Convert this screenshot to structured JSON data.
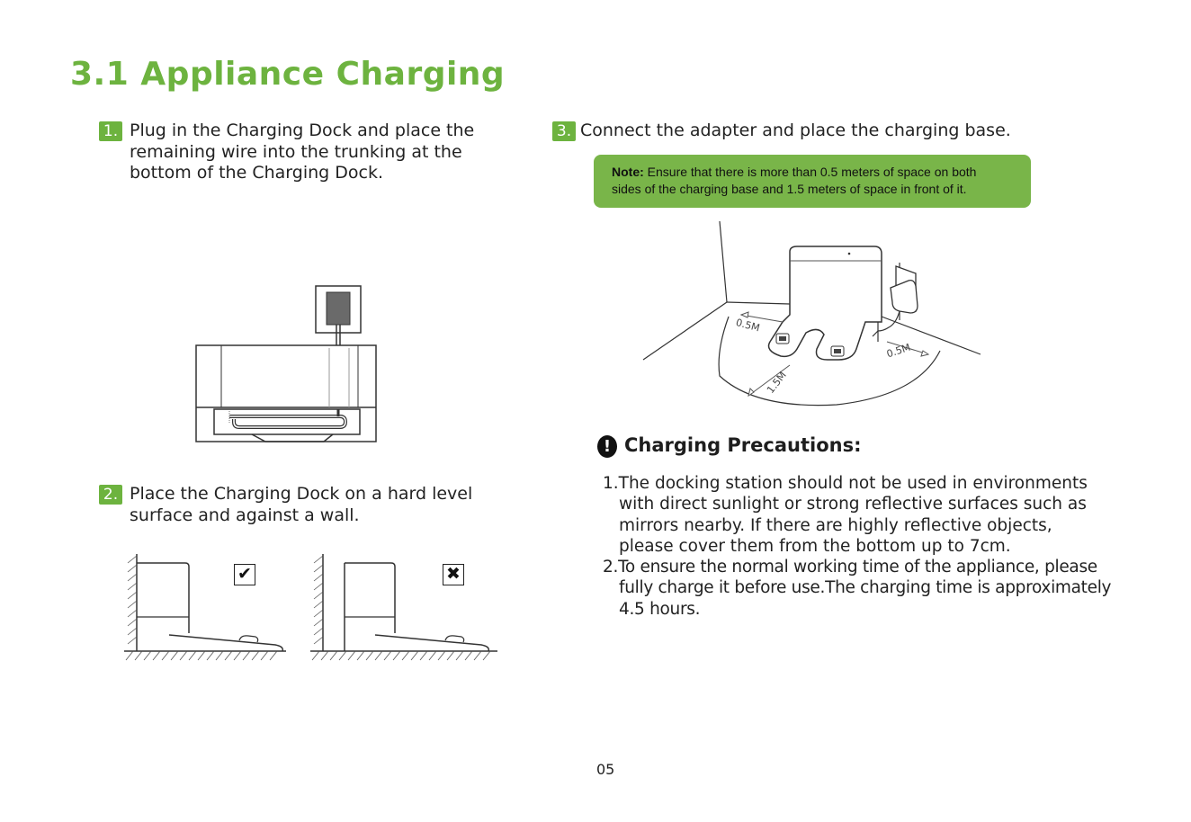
{
  "title": "3.1 Appliance Charging",
  "steps": [
    {
      "number": "1.",
      "text": [
        "Plug in the Charging Dock and place the",
        "remaining wire into the trunking at the",
        "bottom of the Charging Dock."
      ]
    },
    {
      "number": "2.",
      "text": [
        "Place the Charging Dock on a hard level",
        "surface and against a wall."
      ]
    },
    {
      "number": "3.",
      "text": [
        "Connect the adapter and place the charging base."
      ]
    }
  ],
  "note": {
    "label": "Note:",
    "text_line1": "Ensure that there is more than 0.5 meters of space on both",
    "text_line2": "sides of the charging base and 1.5 meters of space in front of it."
  },
  "figure3": {
    "left_distance": "0.5M",
    "right_distance": "0.5M",
    "front_distance": "1.5M"
  },
  "precautions": {
    "icon": "exclamation-icon",
    "title": "Charging Precautions:",
    "items": [
      {
        "number": "1.",
        "lines": [
          "The docking station should not be used in environments",
          "with direct sunlight or strong reflective surfaces such as",
          "mirrors nearby. If there are highly reflective objects,",
          "please cover them from the bottom up to 7cm."
        ]
      },
      {
        "number": "2.",
        "lines": [
          "To ensure the normal working time of the appliance, please",
          "fully charge it before use.The charging time is approximately",
          "4.5 hours."
        ]
      }
    ]
  },
  "placement_icons": {
    "correct": "checkmark-icon",
    "wrong": "cross-icon"
  },
  "colors": {
    "accent": "#6db33f",
    "note_bg": "#79b549"
  },
  "page_number": "05"
}
